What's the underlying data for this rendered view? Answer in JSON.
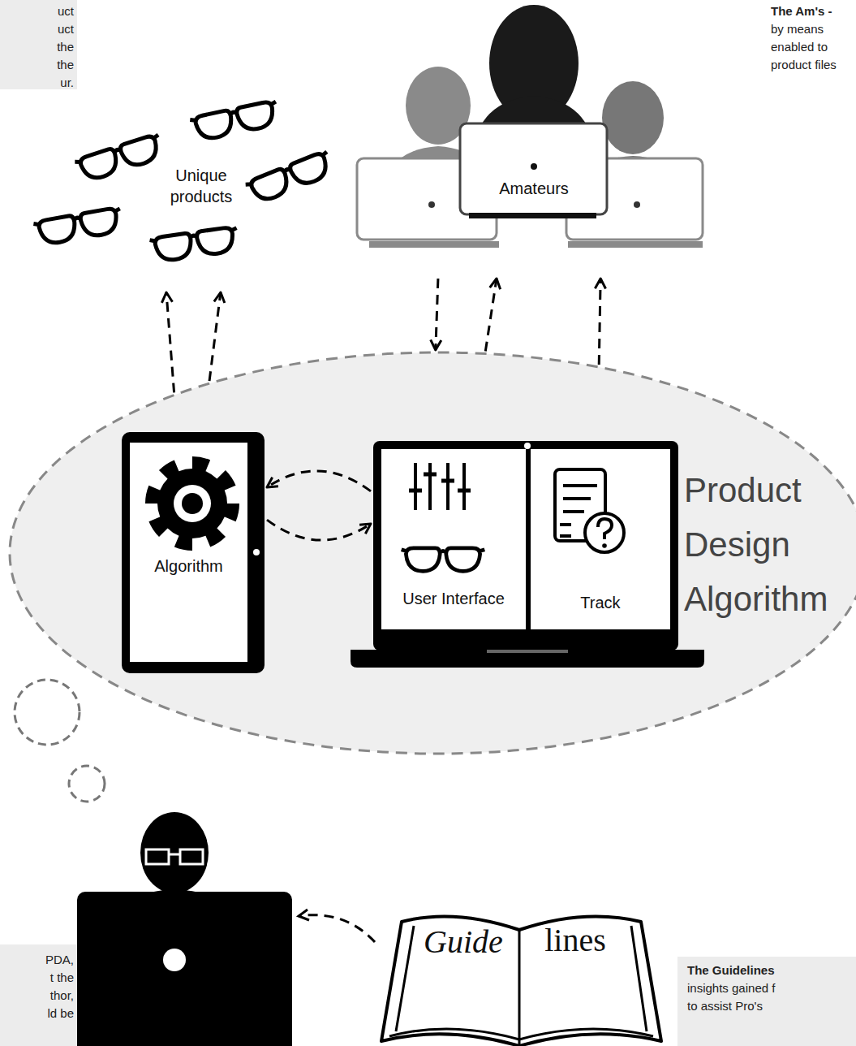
{
  "diagram": {
    "nodes": [
      {
        "text": [
          "Unique products"
        ]
      },
      {
        "text": [
          "Amateurs"
        ]
      },
      {
        "text": [
          "Product Design Algorithm"
        ]
      },
      {
        "text": [
          "Algorithm"
        ],
        "in": 2
      },
      {
        "text": [
          "User Interface"
        ],
        "in": 2
      },
      {
        "text": [
          "Track"
        ],
        "in": 4
      },
      {
        "text": [
          "Guide",
          "lines"
        ]
      }
    ],
    "edges": [
      {
        "from": 2,
        "to": 0,
        "arrow": "to"
      },
      {
        "from": 2,
        "to": 0,
        "arrow": "to"
      },
      {
        "from": 1,
        "to": 2,
        "arrow": "to"
      },
      {
        "from": 2,
        "to": 1,
        "arrow": "to"
      },
      {
        "from": 2,
        "to": 1,
        "arrow": "to"
      },
      {
        "from": 4,
        "to": 3,
        "arrow": "to"
      },
      {
        "from": 3,
        "to": 4,
        "arrow": "to"
      }
    ],
    "labels": [
      "uct",
      "uct",
      "the",
      "the",
      "ur.",
      "The Am's -",
      "by means",
      "enabled to",
      "product files",
      "PDA,",
      "t the",
      "thor,",
      "ld be",
      "The Guidelines",
      "insights gained f",
      "to assist Pro's"
    ]
  }
}
